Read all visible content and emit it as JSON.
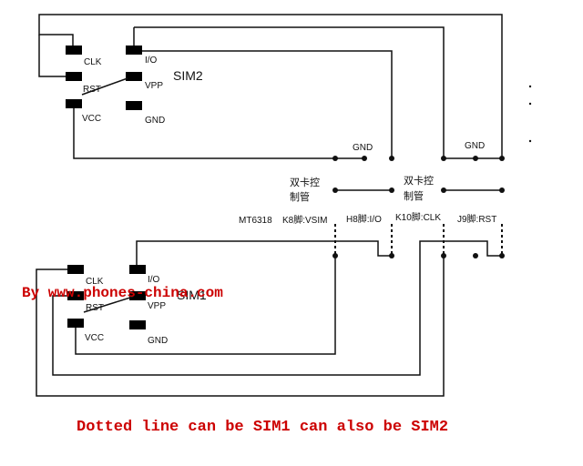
{
  "sim2": {
    "title": "SIM2",
    "pins": {
      "clk": "CLK",
      "rst": "RST",
      "vcc": "VCC",
      "io": "I/O",
      "vpp": "VPP",
      "gnd": "GND"
    }
  },
  "sim1": {
    "title": "SIM1",
    "pins": {
      "clk": "CLK",
      "rst": "RST",
      "vcc": "VCC",
      "io": "I/O",
      "vpp": "VPP",
      "gnd": "GND"
    }
  },
  "switch_left": {
    "label_line1": "双卡控",
    "label_line2": "制管",
    "gnd": "GND"
  },
  "switch_right": {
    "label_line1": "双卡控",
    "label_line2": "制管",
    "gnd": "GND"
  },
  "pin_labels": {
    "mt6318": "MT6318",
    "k8": "K8脚:VSIM",
    "h8": "H8脚:I/O",
    "k10": "K10脚:CLK",
    "j9": "J9脚:RST"
  },
  "watermark": "By www.phones-china.com",
  "footer_note": "Dotted line can be SIM1 can also be SIM2",
  "colors": {
    "line": "#111111",
    "note": "#cc0000"
  }
}
